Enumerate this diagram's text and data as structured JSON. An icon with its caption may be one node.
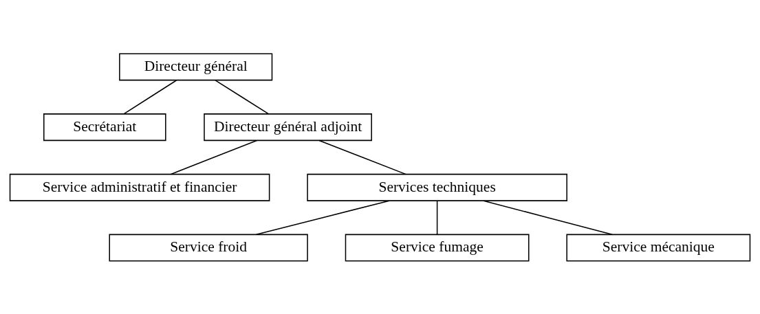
{
  "diagram": {
    "nodes": [
      {
        "text": [
          "Directeur général"
        ]
      },
      {
        "text": [
          "Secrétariat"
        ]
      },
      {
        "text": [
          "Directeur général adjoint"
        ]
      },
      {
        "text": [
          "Service administratif et financier"
        ]
      },
      {
        "text": [
          "Services techniques"
        ]
      },
      {
        "text": [
          "Service froid"
        ]
      },
      {
        "text": [
          "Service fumage"
        ]
      },
      {
        "text": [
          "Service mécanique"
        ]
      }
    ],
    "edges": [
      {
        "from": 0,
        "to": 1,
        "arrow": "none"
      },
      {
        "from": 0,
        "to": 2,
        "arrow": "none"
      },
      {
        "from": 2,
        "to": 3,
        "arrow": "none"
      },
      {
        "from": 2,
        "to": 4,
        "arrow": "none"
      },
      {
        "from": 4,
        "to": 5,
        "arrow": "none"
      },
      {
        "from": 4,
        "to": 6,
        "arrow": "none"
      },
      {
        "from": 4,
        "to": 7,
        "arrow": "none"
      }
    ]
  }
}
